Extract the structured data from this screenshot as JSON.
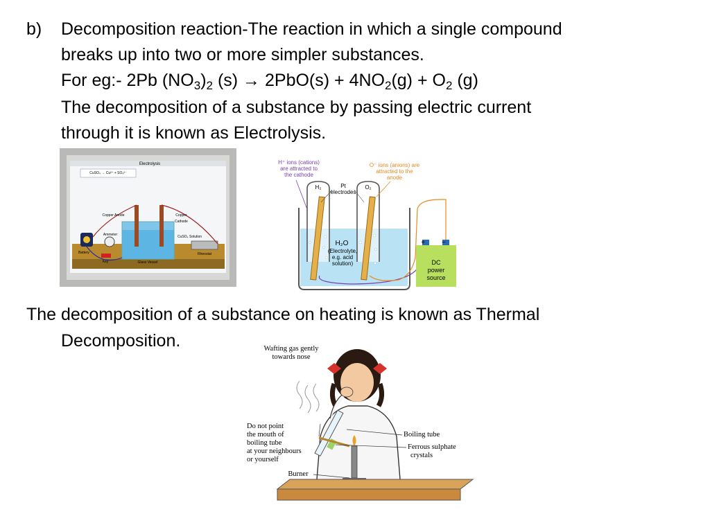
{
  "slide": {
    "marker": "b)",
    "line1": "Decomposition reaction-The reaction in which a single compound",
    "line2": "breaks up into two or more simpler substances.",
    "example": {
      "prefix": "For eg:- 2Pb (NO",
      "sub1": "3",
      "mid1": ")",
      "sub2": "2",
      "mid2": " (s) ",
      "arrow": "→",
      "mid3": " 2PbO(s) + 4NO",
      "sub3": "2",
      "mid4": "(g) + O",
      "sub4": "2",
      "suffix": " (g)"
    },
    "line4": "The decomposition of a substance by passing electric current",
    "line5": "through it is known as Electrolysis.",
    "line6": "The decomposition of a substance on heating is known as Thermal",
    "line7": "Decomposition."
  },
  "figure_photo": {
    "header": "Electrolysis",
    "formula_note": "CuSO₄ → Cu²⁺ + SO₄²⁻",
    "copper_anode": "Copper Anode",
    "copper_cathode": "Copper Cathode",
    "ammeter": "Ammeter",
    "solution": "CuSO₄ Solution",
    "battery": "Battery",
    "key": "Key",
    "vessel": "Glass Vessel",
    "rheostat": "Rheostat"
  },
  "figure_electrolysis": {
    "cations_note": [
      "H⁺ ions (cations)",
      "are attracted to",
      "the cathode"
    ],
    "anions_note": [
      "O⁻ ions (anions) are",
      "attracted to the",
      "anode"
    ],
    "h2": "H₂",
    "o2": "O₂",
    "electrodes": [
      "Pt",
      "electrodes"
    ],
    "water": "H₂O",
    "electrolyte": [
      "(Electrolyte,",
      "e.g. acid",
      "solution)"
    ],
    "plus": "+",
    "minus": "−",
    "dc": [
      "DC",
      "power",
      "source"
    ]
  },
  "figure_heating": {
    "wafting": [
      "Wafting gas gently",
      "towards nose"
    ],
    "warning": [
      "Do not point",
      "the mouth of",
      "boiling tube",
      "at your neighbours",
      "or yourself"
    ],
    "boiling_tube": "Boiling tube",
    "ferrous": [
      "Ferrous sulphate",
      "crystals"
    ],
    "burner": "Burner"
  },
  "colors": {
    "tank_water": "#b9e3f5",
    "rod": "#e5b04a",
    "dc_box": "#b8e05e",
    "bench": "#c98a3d",
    "ribbon": "#d4322a"
  }
}
